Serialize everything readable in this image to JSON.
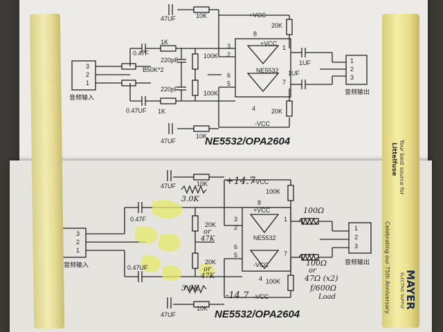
{
  "top_schematic": {
    "title": "NE5532/OPA2604",
    "input_label": "音频输入",
    "output_label": "音频输出",
    "chip_label": "NE5532",
    "pot_label": "B50K*2",
    "components": {
      "cap_47uf": "47UF",
      "cap_047uf": "0.47F",
      "cap_047uf_b": "0.47UF",
      "r_10k": "10K",
      "r_1k": "1K",
      "r_100k": "100K",
      "r_20k": "20K",
      "cap_220pf": "220pF",
      "cap_1uf": "1UF"
    },
    "pins": {
      "p1": "1",
      "p2": "2",
      "p3": "3",
      "p4": "4",
      "p5": "5",
      "p6": "6",
      "p7": "7",
      "p8": "8"
    },
    "supply_pos": "+VCC",
    "supply_neg": "-VCC",
    "connector_pins": [
      "3",
      "2",
      "1"
    ],
    "out_connector_pins": [
      "1",
      "2",
      "3"
    ]
  },
  "bottom_schematic": {
    "title": "NE5532/OPA2604",
    "input_label": "音频输入",
    "output_label": "音频输出",
    "chip_label": "NE5532",
    "components": {
      "cap_47uf": "47UF",
      "cap_047uf": "0.47F",
      "cap_047uf_b": "0.47UF",
      "r_10k": "10K",
      "r_20k": "20K",
      "r_100k": "100K"
    },
    "pins": {
      "p1": "1",
      "p2": "2",
      "p3": "3",
      "p4": "4",
      "p5": "5",
      "p6": "6",
      "p7": "7",
      "p8": "8"
    },
    "supply_pos": "+VCC",
    "supply_neg": "-VCC",
    "connector_pins": [
      "3",
      "2",
      "1"
    ],
    "out_connector_pins": [
      "1",
      "2",
      "3"
    ],
    "handwritten": {
      "v_pos": "+14.7",
      "v_neg": "-14.7",
      "r_top": "3.0K",
      "r_bottom": "3.0K",
      "or_a": "or",
      "r47_a": "47K",
      "or_b": "or",
      "r47_b": "47K",
      "r100_a": "100Ω",
      "r100_b": "100Ω",
      "or_c": "or",
      "note_line1": "47Ω (x2)",
      "note_line2": "f/600Ω",
      "note_line3": "Load"
    }
  },
  "pencil_right": {
    "brand": "MAYER",
    "subbrand": "ELECTRIC SUPPLY",
    "slogan": "Your best source for",
    "littelfuse": "Littelfuse",
    "celebrating": "Celebrating our 75th Anniversary"
  },
  "colors": {
    "paper": "#e9e7e2",
    "ink": "#1a1a1a",
    "highlighter": "#e9ea6a",
    "pencil": "#f0e8a8"
  }
}
